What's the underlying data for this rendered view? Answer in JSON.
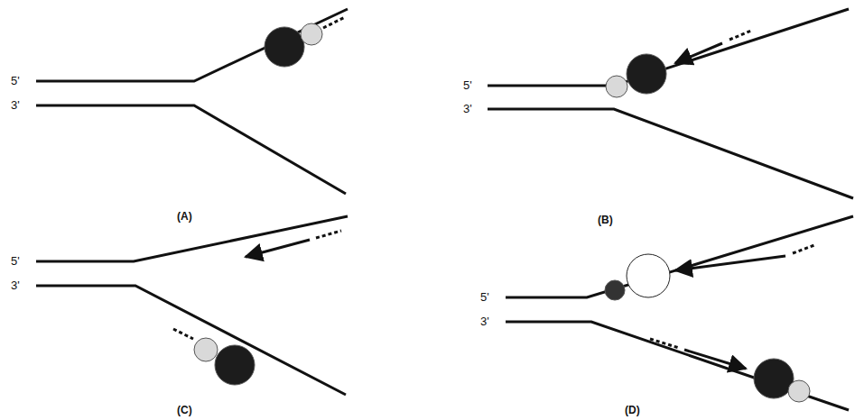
{
  "diagram": {
    "labels": [
      "5'",
      "3'",
      "(A)",
      "5'",
      "3'",
      "(B)",
      "5'",
      "3'",
      "(C)",
      "5'",
      "3'",
      "(D)"
    ]
  }
}
